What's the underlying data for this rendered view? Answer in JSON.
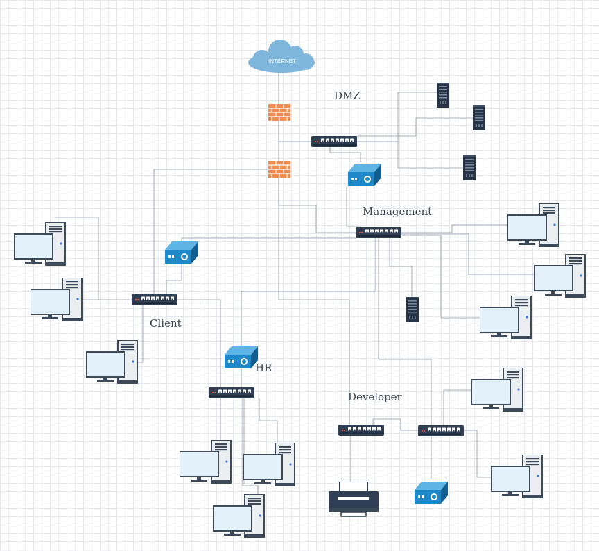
{
  "internet_label": "INTERNET",
  "zones": {
    "dmz": "DMZ",
    "management": "Management",
    "client": "Client",
    "hr": "HR",
    "developer": "Developer"
  },
  "icons": {
    "cloud": "cloud-icon",
    "firewall": "firewall-icon",
    "switch": "network-switch-icon",
    "router": "router-icon",
    "server": "server-rack-icon",
    "workstation": "desktop-computer-icon",
    "printer": "printer-icon"
  },
  "colors": {
    "cloud": "#7fb6dc",
    "firewall": "#ee8d4f",
    "switch": "#2f3e52",
    "router": "#1f88c8",
    "server": "#263445",
    "monitor_screen": "#e3f1fb",
    "tower": "#eceff2",
    "wire": "#a8b0b8",
    "grid": "#e6e8eb"
  }
}
